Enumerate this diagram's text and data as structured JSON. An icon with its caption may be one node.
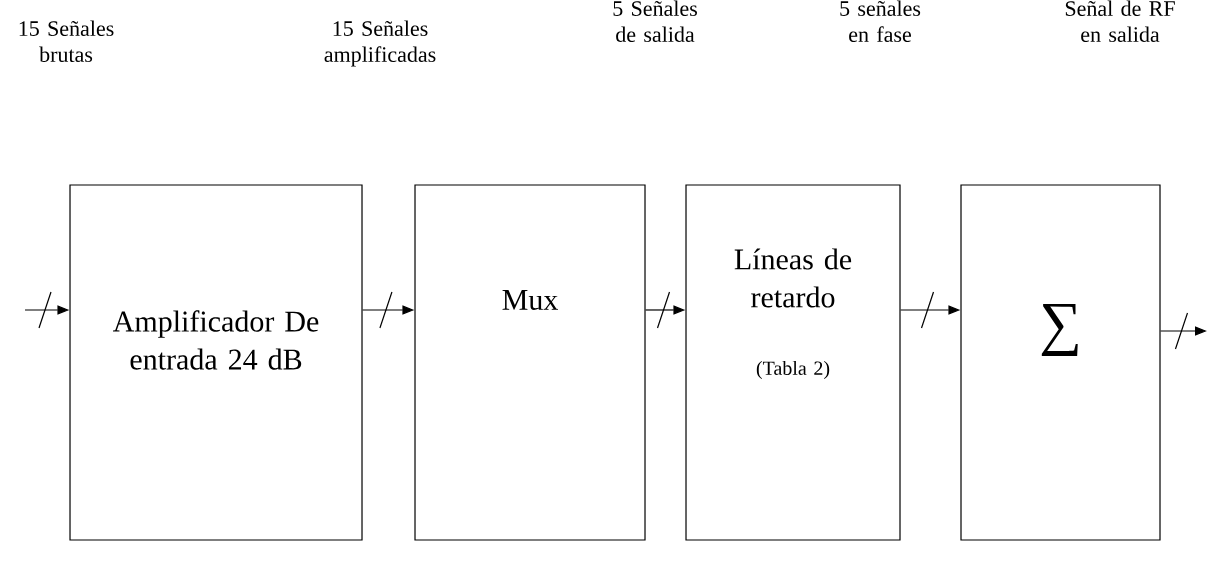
{
  "diagram": {
    "nodes": [
      {
        "text": [
          "Amplificador De entrada 24 dB"
        ]
      },
      {
        "text": [
          "Mux"
        ]
      },
      {
        "text": [
          "Líneas de retardo",
          "(Tabla 2)"
        ]
      },
      {
        "text": [
          "∑"
        ]
      }
    ],
    "edges": [
      {
        "from": null,
        "to": 0,
        "arrow": "to"
      },
      {
        "from": 0,
        "to": 1,
        "arrow": "to"
      },
      {
        "from": 1,
        "to": 2,
        "arrow": "to"
      },
      {
        "from": 2,
        "to": 3,
        "arrow": "to"
      },
      {
        "from": 3,
        "to": null,
        "arrow": "to"
      }
    ],
    "labels": [
      "15 Señales brutas",
      "15 Señales amplificadas",
      "5 Señales de salida",
      "5 señales en fase",
      "Señal de RF en salida"
    ]
  }
}
